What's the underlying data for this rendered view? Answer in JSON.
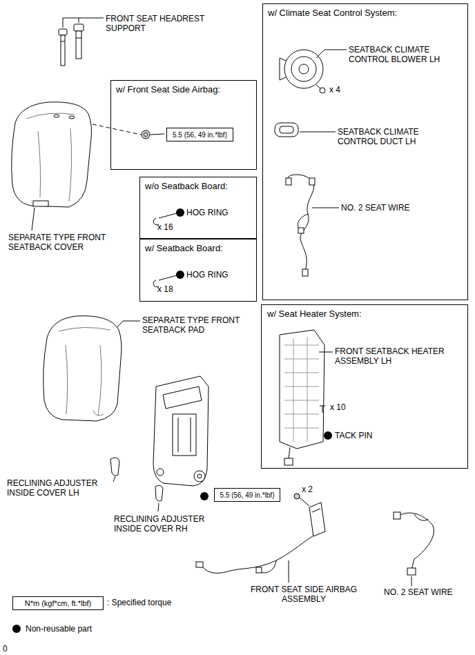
{
  "diagram": {
    "nodes": [
      {
        "text": [
          "w/ Climate Seat Control System:"
        ]
      },
      {
        "text": [
          "w/ Front Seat Side Airbag:"
        ]
      },
      {
        "text": [
          "5.5 (56, 49 in.*lbf)"
        ],
        "in": 1
      },
      {
        "text": [
          "w/o Seatback Board:"
        ]
      },
      {
        "text": [
          "w/ Seatback Board:"
        ]
      },
      {
        "text": [
          "w/ Seat Heater System:"
        ]
      },
      {
        "text": [
          "5.5 (56, 49 in.*lbf)"
        ]
      },
      {
        "text": [
          "N*m (kgf*cm, ft.*lbf)"
        ]
      }
    ],
    "labels": [
      "FRONT SEAT HEADREST SUPPORT",
      "SEATBACK CLIMATE CONTROL BLOWER LH",
      "x 4",
      "SEATBACK CLIMATE CONTROL DUCT LH",
      "HOG RING",
      "x 16",
      "NO. 2 SEAT WIRE",
      "SEPARATE TYPE FRONT SEATBACK COVER",
      "HOG RING",
      "x 18",
      "SEPARATE TYPE FRONT SEATBACK PAD",
      "FRONT SEATBACK HEATER ASSEMBLY LH",
      "x 10",
      "TACK PIN",
      "RECLINING ADJUSTER INSIDE COVER LH",
      "x 2",
      "RECLINING ADJUSTER INSIDE COVER RH",
      "FRONT SEAT SIDE AIRBAG ASSEMBLY",
      "NO. 2 SEAT WIRE",
      "0"
    ],
    "legend": [
      {
        "text": ": Specified torque"
      },
      {
        "text": "Non-reusable part",
        "color": "#000000"
      }
    ]
  }
}
